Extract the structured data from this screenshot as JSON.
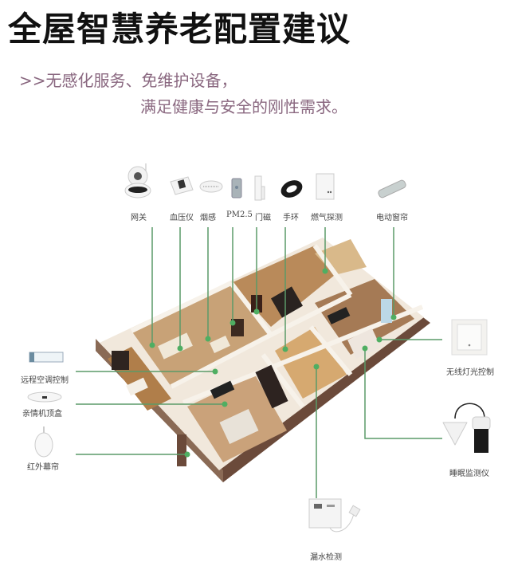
{
  "header": {
    "title": "全屋智慧养老配置建议",
    "subtitle_line1": ">>无感化服务、免维护设备，",
    "subtitle_line2": "满足健康与安全的刚性需求。"
  },
  "colors": {
    "title": "#111111",
    "subtitle": "#8a6880",
    "connector_line": "#5a9a68",
    "connector_dot": "#4fae62"
  },
  "top_devices": [
    {
      "label": "网关",
      "icon": "camera-gateway-icon"
    },
    {
      "label": "血压仪",
      "icon": "blood-pressure-monitor-icon"
    },
    {
      "label": "烟感",
      "icon": "smoke-detector-icon"
    },
    {
      "label": "PM2.5",
      "icon": "pm25-sensor-icon"
    },
    {
      "label": "门磁",
      "icon": "door-sensor-icon"
    },
    {
      "label": "手环",
      "icon": "wristband-icon"
    },
    {
      "label": "燃气探测",
      "icon": "gas-detector-icon"
    },
    {
      "label": "电动窗帘",
      "icon": "electric-curtain-motor-icon"
    }
  ],
  "left_devices": [
    {
      "label": "远程空调控制",
      "icon": "air-conditioner-icon"
    },
    {
      "label": "亲情机顶盒",
      "icon": "set-top-box-icon"
    },
    {
      "label": "红外幕帘",
      "icon": "infrared-curtain-sensor-icon"
    }
  ],
  "right_devices": [
    {
      "label": "无线灯光控制",
      "icon": "wireless-light-switch-icon"
    },
    {
      "label": "睡眠监测仪",
      "icon": "sleep-monitor-icon"
    }
  ],
  "bottom_devices": [
    {
      "label": "漏水检测",
      "icon": "water-leak-detector-icon"
    }
  ],
  "floor_plan": {
    "description": "3D isometric apartment floor plan"
  }
}
